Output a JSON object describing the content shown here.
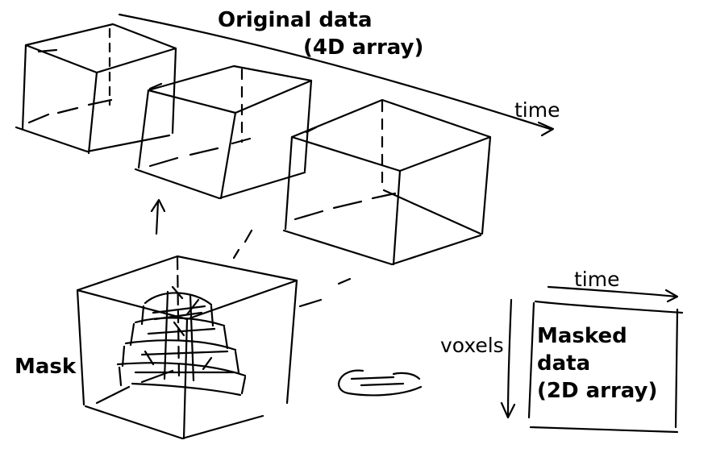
{
  "labels": {
    "original_title": "Original data",
    "original_subtitle": "(4D array)",
    "time_top": "time",
    "mask": "Mask",
    "time_right": "time",
    "voxels": "voxels",
    "masked_line1": "Masked",
    "masked_line2": "data",
    "masked_line3": "(2D array)"
  },
  "colors": {
    "ink": "#000000",
    "background": "#ffffff"
  }
}
